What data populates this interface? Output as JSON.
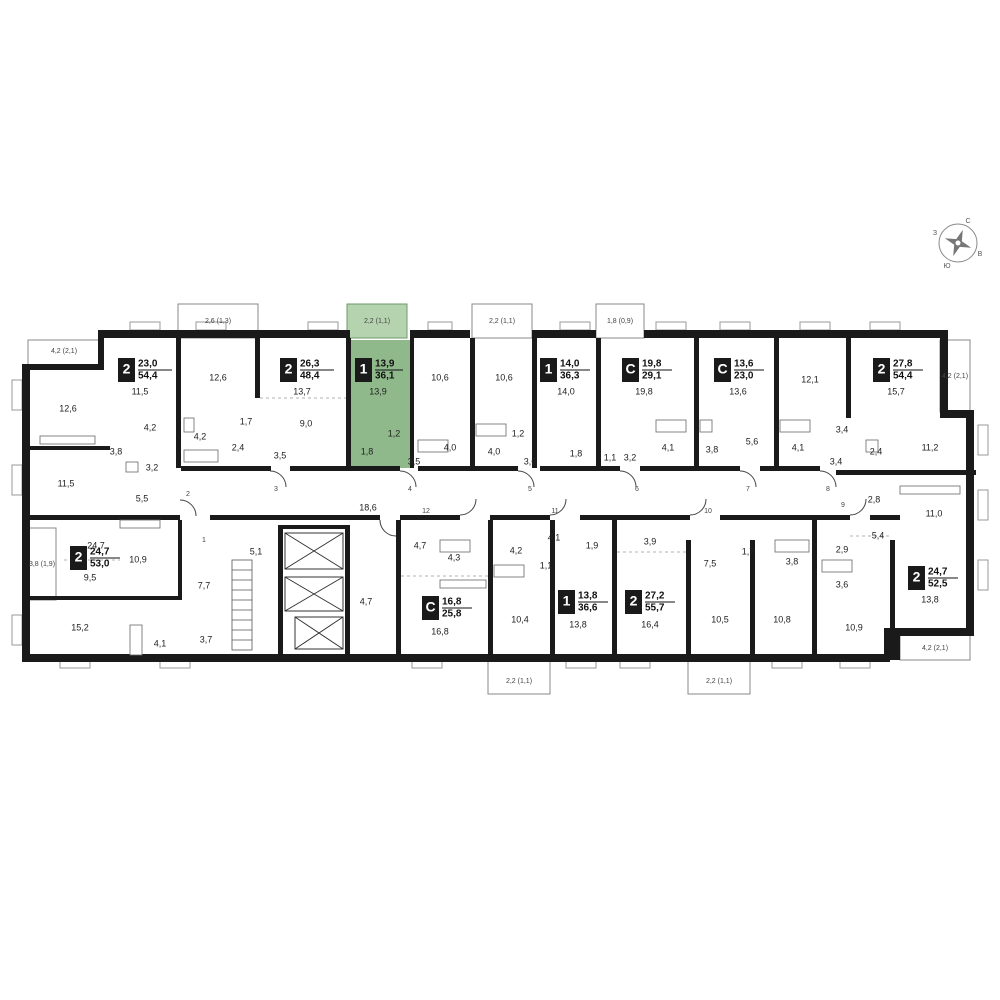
{
  "colors": {
    "highlight": "#8fb98a",
    "wall": "#1a1a1a",
    "balcony_highlight": "#b5d3ae"
  },
  "compass": {
    "n": "С",
    "w": "З",
    "e": "В",
    "s": "Ю"
  },
  "apartments": [
    {
      "id": "a1",
      "type": "2",
      "living": "23,0",
      "total": "54,4",
      "highlight": false
    },
    {
      "id": "a2",
      "type": "2",
      "living": "26,3",
      "total": "48,4",
      "highlight": false
    },
    {
      "id": "a3",
      "type": "1",
      "living": "13,9",
      "total": "36,1",
      "highlight": true
    },
    {
      "id": "a4",
      "type": "1",
      "living": "14,0",
      "total": "36,3",
      "highlight": false
    },
    {
      "id": "a5",
      "type": "С",
      "living": "19,8",
      "total": "29,1",
      "highlight": false
    },
    {
      "id": "a6",
      "type": "С",
      "living": "13,6",
      "total": "23,0",
      "highlight": false
    },
    {
      "id": "a7",
      "type": "2",
      "living": "27,8",
      "total": "54,4",
      "highlight": false
    },
    {
      "id": "a8",
      "type": "2",
      "living": "24,7",
      "total": "53,0",
      "highlight": false
    },
    {
      "id": "a9",
      "type": "С",
      "living": "16,8",
      "total": "25,8",
      "highlight": false
    },
    {
      "id": "a10",
      "type": "1",
      "living": "13,8",
      "total": "36,6",
      "highlight": false
    },
    {
      "id": "a11",
      "type": "2",
      "living": "27,2",
      "total": "55,7",
      "highlight": false
    },
    {
      "id": "a12",
      "type": "2",
      "living": "24,7",
      "total": "52,5",
      "highlight": false
    }
  ],
  "balconies": [
    {
      "id": "b1",
      "label": "2,6 (1,3)"
    },
    {
      "id": "b2",
      "label": "2,2 (1,1)"
    },
    {
      "id": "b3",
      "label": "2,2 (1,1)"
    },
    {
      "id": "b4",
      "label": "1,8 (0,9)"
    },
    {
      "id": "b5",
      "label": "4,2 (2,1)"
    },
    {
      "id": "b6",
      "label": "4,2 (2,1)"
    },
    {
      "id": "b7",
      "label": "3,8 (1,9)"
    },
    {
      "id": "b8",
      "label": "2,2 (1,1)"
    },
    {
      "id": "b9",
      "label": "2,2 (1,1)"
    },
    {
      "id": "b10",
      "label": "4,2 (2,1)"
    }
  ],
  "room_labels": [
    "12,6",
    "11,5",
    "12,6",
    "4,2",
    "3,8",
    "3,2",
    "11,5",
    "5,5",
    "13,7",
    "4,2",
    "1,7",
    "2,4",
    "9,0",
    "3,5",
    "13,9",
    "1,8",
    "1,2",
    "10,6",
    "4,0",
    "3,5",
    "10,6",
    "1,2",
    "4,0",
    "3,6",
    "14,0",
    "1,8",
    "19,8",
    "1,1",
    "3,2",
    "4,1",
    "13,6",
    "3,8",
    "5,6",
    "12,1",
    "4,1",
    "3,4",
    "3,4",
    "15,7",
    "2,4",
    "11,2",
    "18,6",
    "2,8",
    "11,0",
    "5,4",
    "2,9",
    "3,6",
    "13,8",
    "3,8",
    "24,7",
    "10,9",
    "9,5",
    "7,7",
    "15,2",
    "4,1",
    "3,7",
    "5,1",
    "4,7",
    "4,7",
    "4,3",
    "16,8",
    "4,2",
    "10,4",
    "4,1",
    "1,1",
    "1,9",
    "13,8",
    "3,9",
    "16,4",
    "7,5",
    "10,5",
    "1,7",
    "10,8",
    "10,9"
  ],
  "door_numbers": [
    "1",
    "2",
    "3",
    "4",
    "5",
    "6",
    "7",
    "8",
    "9",
    "10",
    "11",
    "12"
  ]
}
